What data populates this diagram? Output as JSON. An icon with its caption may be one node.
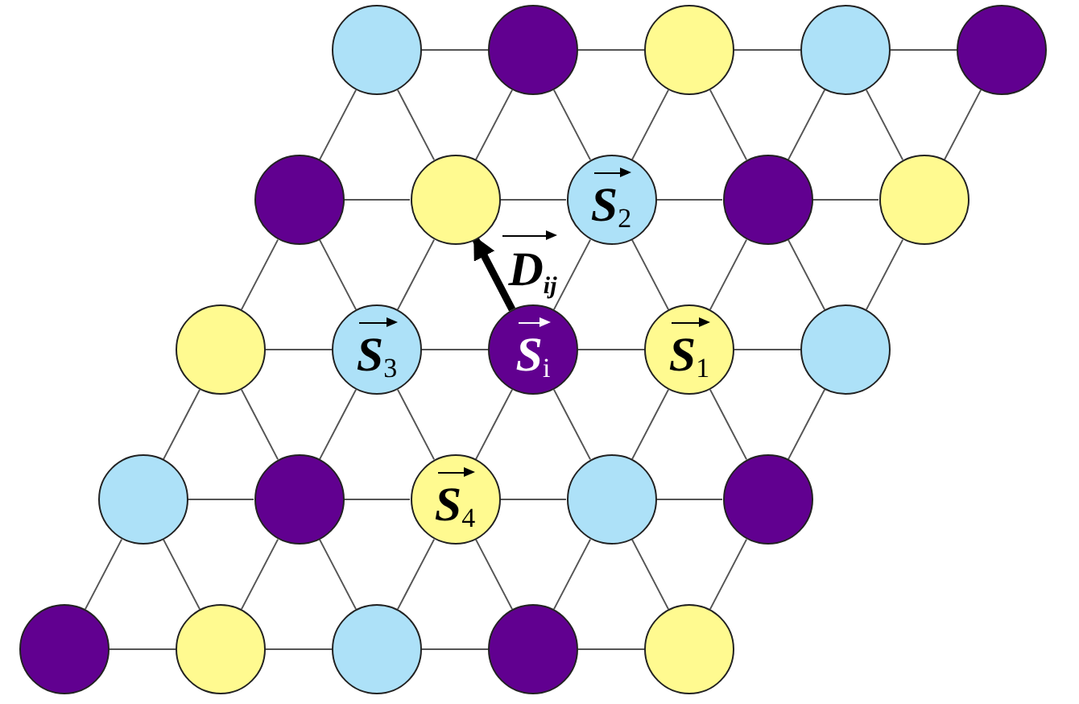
{
  "diagram": {
    "nodes": [
      {
        "text": [],
        "shape": "circle"
      },
      {
        "text": [],
        "shape": "circle"
      },
      {
        "text": [],
        "shape": "circle"
      },
      {
        "text": [],
        "shape": "circle"
      },
      {
        "text": [],
        "shape": "circle"
      },
      {
        "text": [],
        "shape": "circle"
      },
      {
        "text": [],
        "shape": "circle"
      },
      {
        "text": [
          "S$_{2}$"
        ]
      },
      {
        "text": [],
        "shape": "circle"
      },
      {
        "text": [],
        "shape": "circle"
      },
      {
        "text": [],
        "shape": "circle"
      },
      {
        "text": [
          "S$_{3}$"
        ]
      },
      {
        "text": [
          "S$_{i}$"
        ]
      },
      {
        "text": [
          "S$_{1}$"
        ]
      },
      {
        "text": [],
        "shape": "circle"
      },
      {
        "text": [],
        "shape": "circle"
      },
      {
        "text": [],
        "shape": "circle"
      },
      {
        "text": [
          "S$_{4}$"
        ]
      },
      {
        "text": [],
        "shape": "circle"
      },
      {
        "text": [],
        "shape": "circle"
      },
      {
        "text": [],
        "shape": "circle"
      },
      {
        "text": [],
        "shape": "circle"
      },
      {
        "text": [],
        "shape": "circle"
      },
      {
        "text": [],
        "shape": "circle"
      },
      {
        "text": [],
        "shape": "circle"
      }
    ],
    "edges": [
      {
        "from": 0,
        "to": 1,
        "arrow": "none"
      },
      {
        "from": 1,
        "to": 2,
        "arrow": "none"
      },
      {
        "from": 2,
        "to": 3,
        "arrow": "none"
      },
      {
        "from": 3,
        "to": 4,
        "arrow": "none"
      },
      {
        "from": 5,
        "to": 6,
        "arrow": "none"
      },
      {
        "from": 6,
        "to": 7,
        "arrow": "none"
      },
      {
        "from": 7,
        "to": 8,
        "arrow": "none"
      },
      {
        "from": 8,
        "to": 9,
        "arrow": "none"
      },
      {
        "from": 10,
        "to": 11,
        "arrow": "none"
      },
      {
        "from": 11,
        "to": 12,
        "arrow": "none"
      },
      {
        "from": 12,
        "to": 13,
        "arrow": "none"
      },
      {
        "from": 13,
        "to": 14,
        "arrow": "none"
      },
      {
        "from": 15,
        "to": 16,
        "arrow": "none"
      },
      {
        "from": 16,
        "to": 17,
        "arrow": "none"
      },
      {
        "from": 17,
        "to": 18,
        "arrow": "none"
      },
      {
        "from": 18,
        "to": 19,
        "arrow": "none"
      },
      {
        "from": 20,
        "to": 21,
        "arrow": "none"
      },
      {
        "from": 21,
        "to": 22,
        "arrow": "none"
      },
      {
        "from": 22,
        "to": 23,
        "arrow": "none"
      },
      {
        "from": 23,
        "to": 24,
        "arrow": "none"
      },
      {
        "from": 0,
        "to": 5,
        "arrow": "none"
      },
      {
        "from": 0,
        "to": 6,
        "arrow": "none"
      },
      {
        "from": 1,
        "to": 6,
        "arrow": "none"
      },
      {
        "from": 1,
        "to": 7,
        "arrow": "none"
      },
      {
        "from": 2,
        "to": 7,
        "arrow": "none"
      },
      {
        "from": 2,
        "to": 8,
        "arrow": "none"
      },
      {
        "from": 3,
        "to": 8,
        "arrow": "none"
      },
      {
        "from": 3,
        "to": 9,
        "arrow": "none"
      },
      {
        "from": 4,
        "to": 9,
        "arrow": "none"
      },
      {
        "from": 5,
        "to": 10,
        "arrow": "none"
      },
      {
        "from": 5,
        "to": 11,
        "arrow": "none"
      },
      {
        "from": 6,
        "to": 11,
        "arrow": "none"
      },
      {
        "from": 7,
        "to": 12,
        "arrow": "none"
      },
      {
        "from": 7,
        "to": 13,
        "arrow": "none"
      },
      {
        "from": 8,
        "to": 13,
        "arrow": "none"
      },
      {
        "from": 8,
        "to": 14,
        "arrow": "none"
      },
      {
        "from": 9,
        "to": 14,
        "arrow": "none"
      },
      {
        "from": 10,
        "to": 15,
        "arrow": "none"
      },
      {
        "from": 10,
        "to": 16,
        "arrow": "none"
      },
      {
        "from": 11,
        "to": 16,
        "arrow": "none"
      },
      {
        "from": 11,
        "to": 17,
        "arrow": "none"
      },
      {
        "from": 12,
        "to": 17,
        "arrow": "none"
      },
      {
        "from": 12,
        "to": 18,
        "arrow": "none"
      },
      {
        "from": 13,
        "to": 18,
        "arrow": "none"
      },
      {
        "from": 13,
        "to": 19,
        "arrow": "none"
      },
      {
        "from": 14,
        "to": 19,
        "arrow": "none"
      },
      {
        "from": 15,
        "to": 20,
        "arrow": "none"
      },
      {
        "from": 15,
        "to": 21,
        "arrow": "none"
      },
      {
        "from": 16,
        "to": 21,
        "arrow": "none"
      },
      {
        "from": 16,
        "to": 22,
        "arrow": "none"
      },
      {
        "from": 17,
        "to": 22,
        "arrow": "none"
      },
      {
        "from": 17,
        "to": 23,
        "arrow": "none"
      },
      {
        "from": 18,
        "to": 23,
        "arrow": "none"
      },
      {
        "from": 18,
        "to": 24,
        "arrow": "none"
      },
      {
        "from": 19,
        "to": 24,
        "arrow": "none"
      },
      {
        "from": 12,
        "to": 6,
        "arrow": "to",
        "style": "thick",
        "label": "D$_{ij}$",
        "color": "#000000"
      }
    ]
  }
}
